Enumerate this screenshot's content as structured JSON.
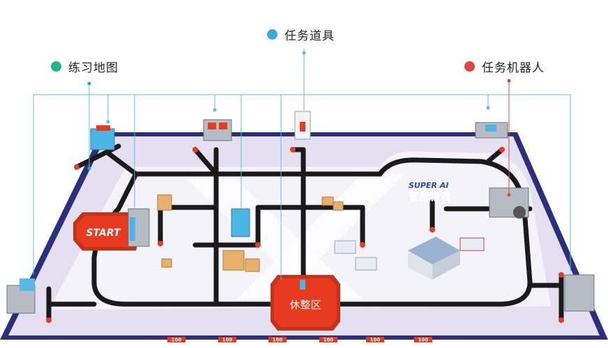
{
  "legend": {
    "practice_map": {
      "label": "练习地图",
      "color": "#1fb58f"
    },
    "task_props": {
      "label": "任务道具",
      "color": "#3aa9d6"
    },
    "task_robot": {
      "label": "任务机器人",
      "color": "#e0453c"
    }
  },
  "map": {
    "start_label": "START",
    "rest_zone_label": "休整区",
    "logo_top": "SUPER AI",
    "logo_main": "智能物流",
    "edge_marker": "100",
    "colors": {
      "border": "#2b2f7c",
      "field": "#e4e0f1",
      "inner": "#f3f2f9",
      "track": "#1a1a1a",
      "zone_red": "#e83a1e",
      "leader_line": "#5bbfd8"
    }
  }
}
